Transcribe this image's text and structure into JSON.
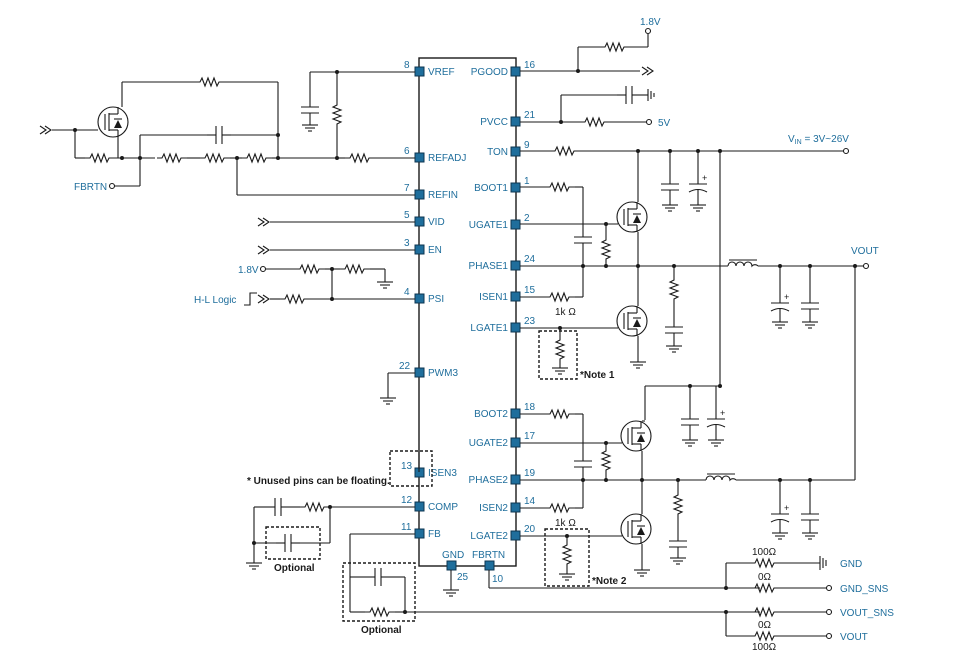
{
  "chip": {
    "left_pins": [
      {
        "num": "8",
        "name": "VREF"
      },
      {
        "num": "6",
        "name": "REFADJ"
      },
      {
        "num": "7",
        "name": "REFIN"
      },
      {
        "num": "5",
        "name": "VID"
      },
      {
        "num": "3",
        "name": "EN"
      },
      {
        "num": "4",
        "name": "PSI"
      },
      {
        "num": "22",
        "name": "PWM3"
      },
      {
        "num": "13",
        "name": "ISEN3"
      },
      {
        "num": "12",
        "name": "COMP"
      },
      {
        "num": "11",
        "name": "FB"
      }
    ],
    "right_pins": [
      {
        "num": "16",
        "name": "PGOOD"
      },
      {
        "num": "21",
        "name": "PVCC"
      },
      {
        "num": "9",
        "name": "TON"
      },
      {
        "num": "1",
        "name": "BOOT1"
      },
      {
        "num": "2",
        "name": "UGATE1"
      },
      {
        "num": "24",
        "name": "PHASE1"
      },
      {
        "num": "15",
        "name": "ISEN1"
      },
      {
        "num": "23",
        "name": "LGATE1"
      },
      {
        "num": "18",
        "name": "BOOT2"
      },
      {
        "num": "17",
        "name": "UGATE2"
      },
      {
        "num": "19",
        "name": "PHASE2"
      },
      {
        "num": "14",
        "name": "ISEN2"
      },
      {
        "num": "20",
        "name": "LGATE2"
      }
    ],
    "bottom_pins": [
      {
        "num": "25",
        "name": "GND"
      },
      {
        "num": "10",
        "name": "FBRTN"
      }
    ]
  },
  "nets": {
    "v18_top": "1.8V",
    "v5": "5V",
    "vin_prefix": "V",
    "vin_sub": "IN",
    "vin_suffix": " = 3V~26V",
    "vout": "VOUT",
    "fbrtn": "FBRTN",
    "v18_left": "1.8V",
    "hl_logic": "H-L Logic",
    "gnd": "GND",
    "gnd_sns": "GND_SNS",
    "vout_sns": "VOUT_SNS",
    "vout_out": "VOUT"
  },
  "values": {
    "isen1_r": "1k Ω",
    "isen2_r": "1k Ω",
    "r_gnd": "100Ω",
    "r_gnd_sns": "0Ω",
    "r_vout_sns": "0Ω",
    "r_vout": "100Ω"
  },
  "notes": {
    "note1": "*Note 1",
    "note2": "*Note 2",
    "unused": "* Unused pins can be floating.",
    "optional1": "Optional",
    "optional2": "Optional"
  }
}
